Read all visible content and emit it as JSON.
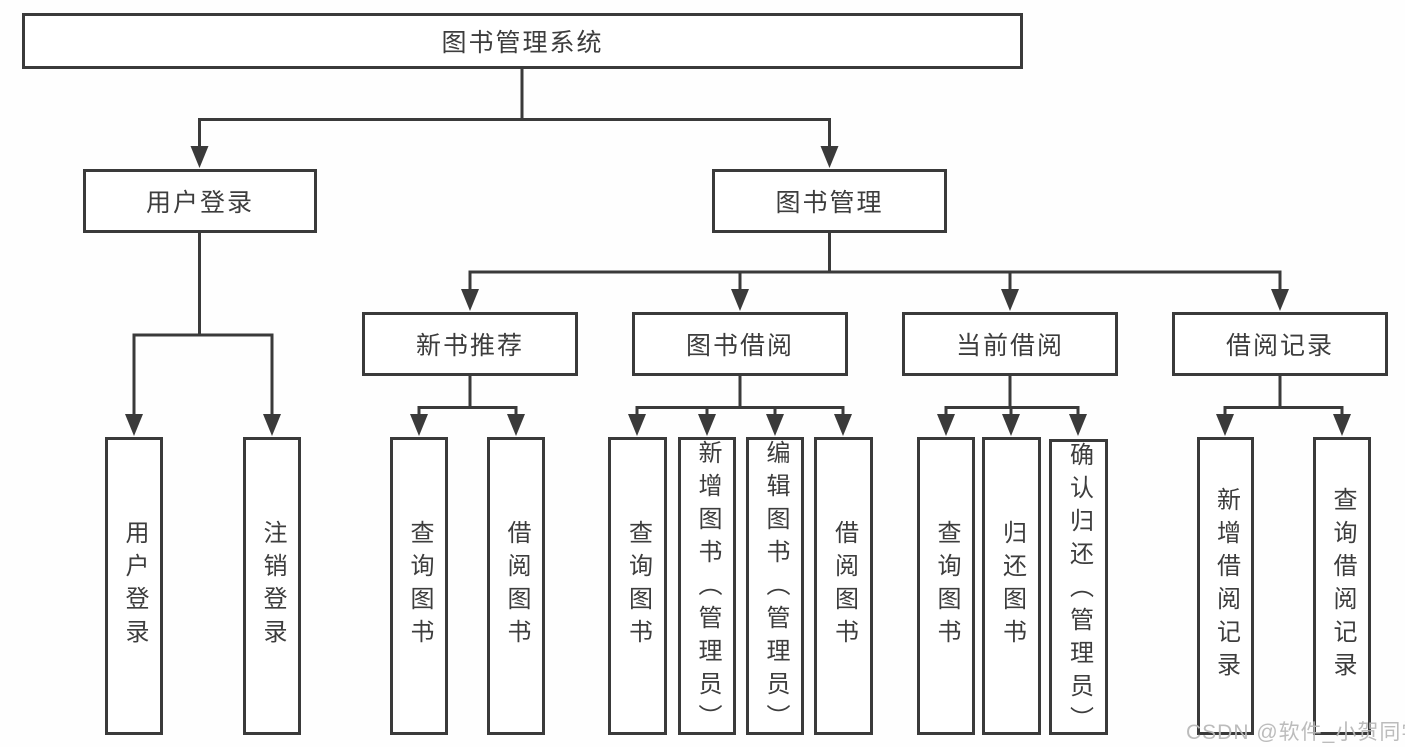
{
  "diagram_title": "图书管理系统",
  "nodes": {
    "root": "图书管理系统",
    "user_login": "用户登录",
    "book_mgmt": "图书管理",
    "new_book_rec": "新书推荐",
    "book_borrow": "图书借阅",
    "current_borrow": "当前借阅",
    "borrow_record": "借阅记录",
    "leaf_user_login": "用户登录",
    "leaf_logout": "注销登录",
    "leaf_query_book_1": "查询图书",
    "leaf_borrow_book_1": "借阅图书",
    "leaf_query_book_2": "查询图书",
    "leaf_add_book": "新增图书（管理员）",
    "leaf_edit_book": "编辑图书（管理员）",
    "leaf_borrow_book_2": "借阅图书",
    "leaf_query_book_3": "查询图书",
    "leaf_return_book": "归还图书",
    "leaf_confirm_return": "确认归还（管理员）",
    "leaf_add_record": "新增借阅记录",
    "leaf_query_record": "查询借阅记录"
  },
  "hierarchy": {
    "图书管理系统": {
      "用户登录": [
        "用户登录",
        "注销登录"
      ],
      "图书管理": {
        "新书推荐": [
          "查询图书",
          "借阅图书"
        ],
        "图书借阅": [
          "查询图书",
          "新增图书（管理员）",
          "编辑图书（管理员）",
          "借阅图书"
        ],
        "当前借阅": [
          "查询图书",
          "归还图书",
          "确认归还（管理员）"
        ],
        "借阅记录": [
          "新增借阅记录",
          "查询借阅记录"
        ]
      }
    }
  },
  "watermark": "CSDN @软件_小贺同学",
  "colors": {
    "line": "#3a3a3a",
    "text": "#3d3d3d",
    "box_fill": "#ffffff",
    "background": "#fefefe",
    "watermark": "#b9b9b9"
  }
}
